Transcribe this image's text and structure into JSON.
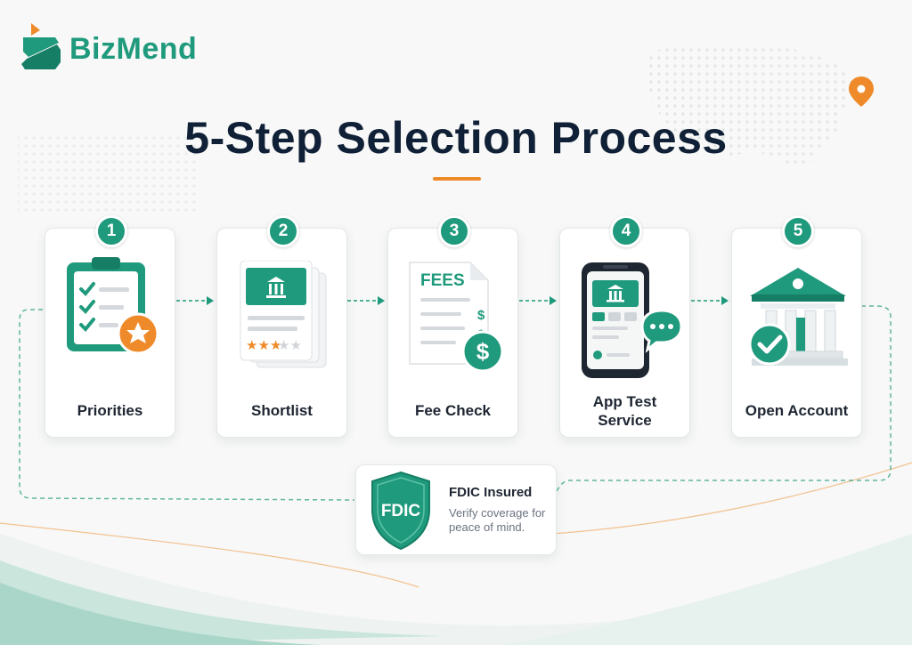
{
  "brand": {
    "name": "BizMend"
  },
  "title": "5-Step Selection Process",
  "steps": [
    {
      "number": "1",
      "label": "Priorities"
    },
    {
      "number": "2",
      "label": "Shortlist"
    },
    {
      "number": "3",
      "label": "Fee Check",
      "icon_text": "FEES"
    },
    {
      "number": "4",
      "label_lines": [
        "App Test",
        "Service"
      ]
    },
    {
      "number": "5",
      "label": "Open Account"
    }
  ],
  "fdic": {
    "shield_text": "FDIC",
    "heading": "FDIC Insured",
    "text": "Verify coverage for peace of mind."
  },
  "colors": {
    "primary": "#1f9a7c",
    "accent": "#ef8a2a",
    "title": "#102036",
    "muted": "#6b7380"
  },
  "icons": [
    "clipboard-checklist-icon",
    "bank-document-icon",
    "fee-document-icon",
    "mobile-banking-app-icon",
    "bank-building-icon",
    "fdic-shield-icon",
    "location-pin-icon"
  ]
}
